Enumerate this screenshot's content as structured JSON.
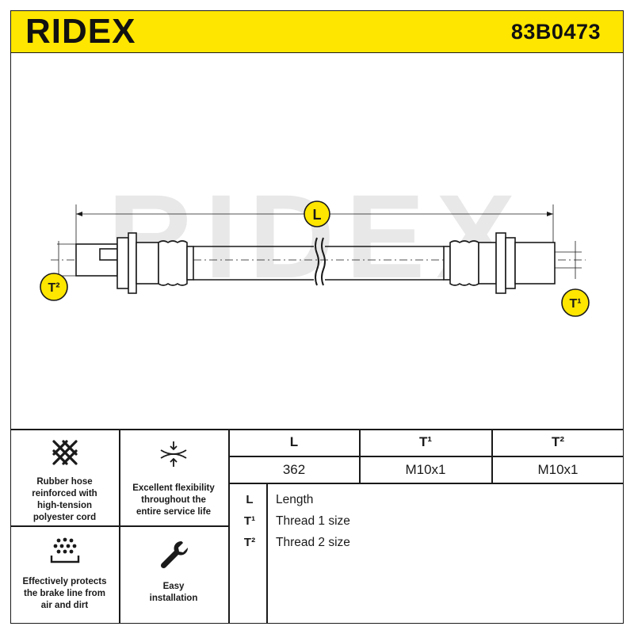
{
  "header": {
    "brand": "RIDEX",
    "part_number": "83B0473"
  },
  "drawing": {
    "watermark": "RIDEX",
    "length_marker": "L",
    "thread1_marker": "T¹",
    "thread2_marker": "T²"
  },
  "features": [
    {
      "icon": "woven-cord-icon",
      "text": "Rubber hose reinforced with high-tension polyester cord",
      "lines": [
        "Rubber hose",
        "reinforced with",
        "high-tension",
        "polyester cord"
      ]
    },
    {
      "icon": "flexibility-icon",
      "text": "Excellent flexibility throughout the entire service life",
      "lines": [
        "Excellent flexibility",
        "throughout the",
        "entire service life"
      ]
    },
    {
      "icon": "dirt-protection-icon",
      "text": "Effectively protects the brake line from air and dirt",
      "lines": [
        "Effectively protects",
        "the brake line from",
        "air and dirt"
      ]
    },
    {
      "icon": "wrench-icon",
      "text": "Easy installation",
      "lines": [
        "Easy",
        "installation"
      ]
    }
  ],
  "specs": {
    "headers": [
      "L",
      "T¹",
      "T²"
    ],
    "values": [
      "362",
      "M10x1",
      "M10x1"
    ]
  },
  "legend": [
    {
      "key": "L",
      "label": "Length"
    },
    {
      "key": "T¹",
      "label": "Thread 1 size"
    },
    {
      "key": "T²",
      "label": "Thread 2 size"
    }
  ],
  "colors": {
    "brand_yellow": "#ffe600",
    "line": "#1a1a1a",
    "watermark": "#e6e6e6"
  }
}
